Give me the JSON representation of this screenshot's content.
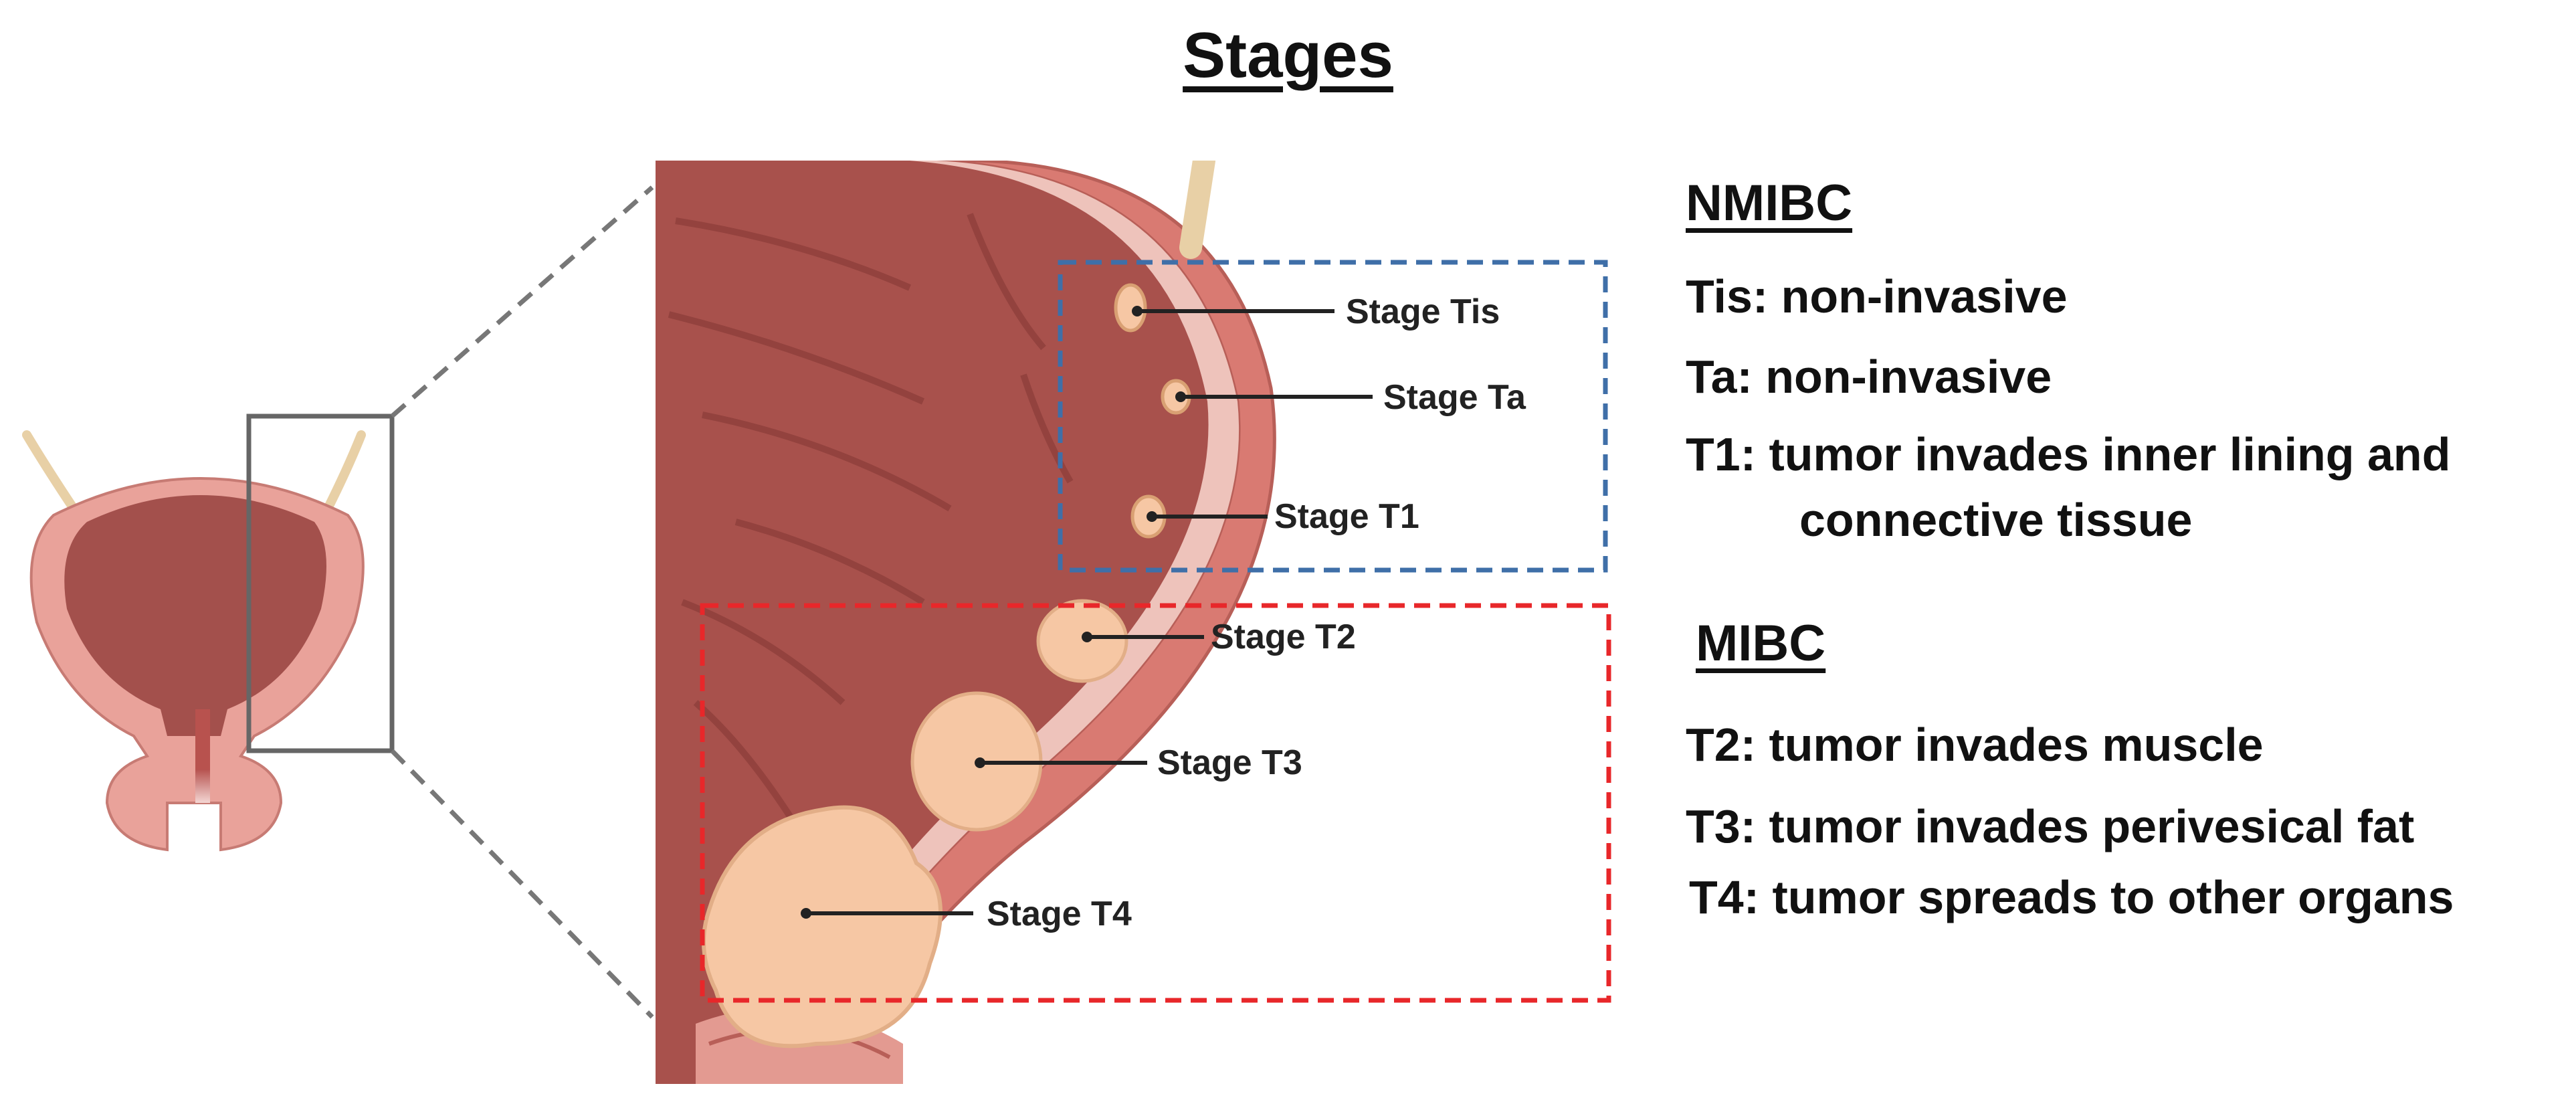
{
  "title": "Stages",
  "stage_labels": {
    "tis": "Stage Tis",
    "ta": "Stage Ta",
    "t1": "Stage T1",
    "t2": "Stage T2",
    "t3": "Stage T3",
    "t4": "Stage T4"
  },
  "legend": {
    "nmibc": {
      "heading": "NMIBC",
      "items": [
        "Tis: non-invasive",
        "Ta: non-invasive",
        "T1: tumor invades inner lining and",
        "connective tissue"
      ]
    },
    "mibc": {
      "heading": "MIBC",
      "items": [
        "T2: tumor invades muscle",
        "T3: tumor invades perivesical fat",
        "T4: tumor spreads to other organs"
      ]
    }
  },
  "colors": {
    "nmibc_box": "#3f6fa8",
    "mibc_box": "#e8272a",
    "bladder_wall": "#c8635f",
    "bladder_lumen": "#a3504c",
    "tumor": "#f6c7a4"
  }
}
